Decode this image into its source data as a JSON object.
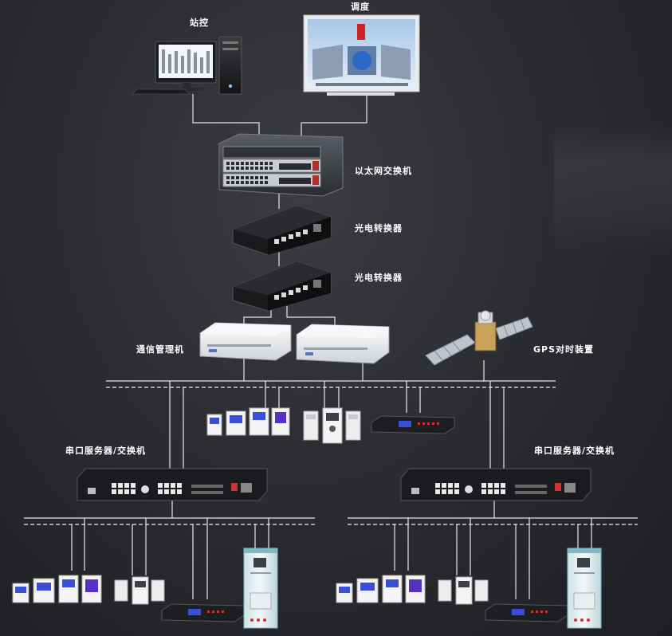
{
  "labels": {
    "station_control": "站控",
    "dispatch": "调度",
    "ethernet_switch": "以太网交换机",
    "optical_converter_1": "光电转换器",
    "optical_converter_2": "光电转换器",
    "comm_manager": "通信管理机",
    "gps_clock": "GPS对时装置",
    "serial_server_left": "串口服务器/交换机",
    "serial_server_right": "串口服务器/交换机"
  },
  "colors": {
    "background": "#2b2d32",
    "line": "#e8e8e8",
    "label_text": "#ffffff",
    "device_white": "#f2f2f2",
    "device_black": "#1c1c1e",
    "screen_blue": "#3a4fd8",
    "cabinet_teal": "#7fb9c4"
  },
  "icons": [
    "workstation-computer-icon",
    "dispatch-monitor-icon",
    "rack-switch-icon",
    "media-converter-icon",
    "comm-manager-unit-icon",
    "gps-satellite-icon",
    "power-meter-icon",
    "protection-relay-icon",
    "serial-server-icon",
    "switchgear-cabinet-icon"
  ]
}
